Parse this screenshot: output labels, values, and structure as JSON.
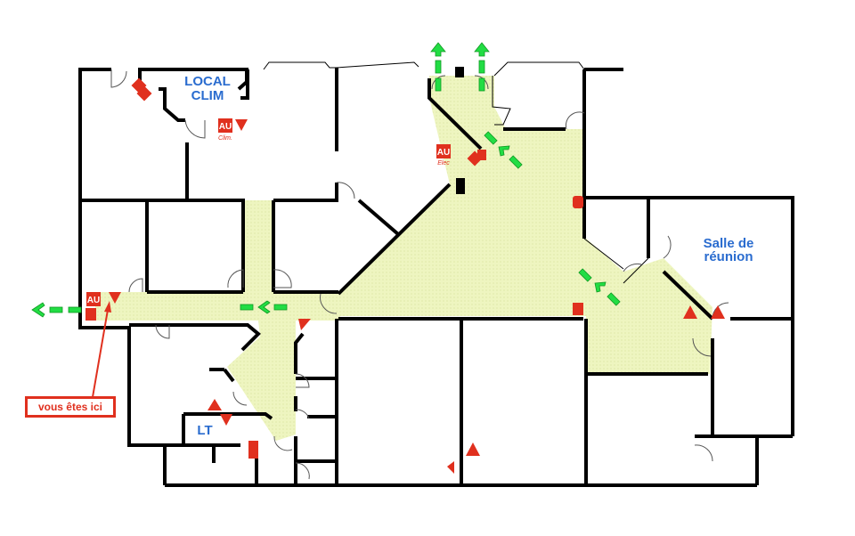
{
  "title": "Plan d'évacuation",
  "rooms": {
    "local_clim": [
      "LOCAL",
      "CLIM"
    ],
    "salle_reunion": [
      "Salle de",
      "réunion"
    ],
    "lt": "LT"
  },
  "equipment": {
    "au_label": "AU",
    "au_clim_sub": "Clim.",
    "au_elec_sub": "Elec"
  },
  "you_are_here": "vous êtes ici",
  "colors": {
    "corridor": "#eef5c0",
    "wall": "#000000",
    "room_label": "#2a6ccf",
    "equipment": "#e0301e",
    "exit_arrow": "#22dd44"
  }
}
